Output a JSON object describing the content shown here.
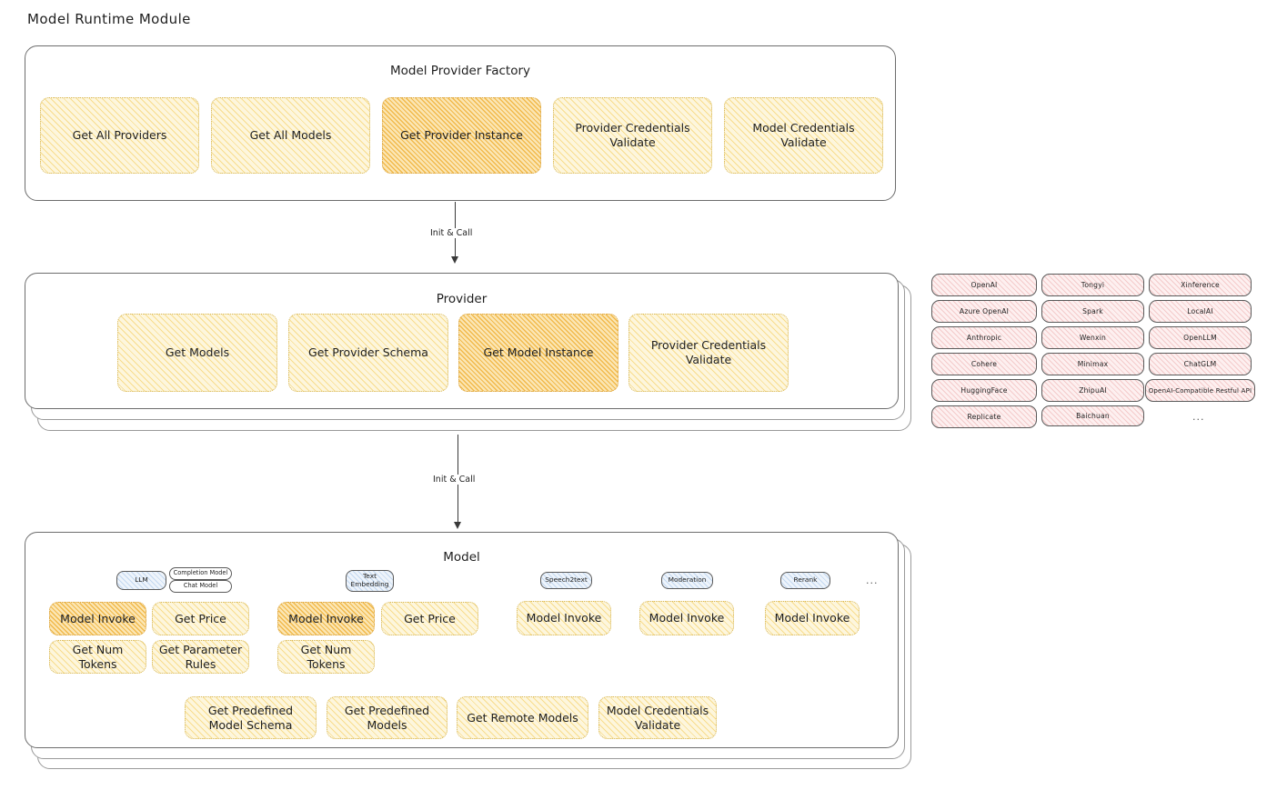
{
  "page": {
    "title": "Model Runtime Module"
  },
  "factory": {
    "title": "Model Provider Factory",
    "nodes": [
      {
        "label": "Get All Providers",
        "highlight": false
      },
      {
        "label": "Get All Models",
        "highlight": false
      },
      {
        "label": "Get Provider Instance",
        "highlight": true
      },
      {
        "label": "Provider Credentials Validate",
        "highlight": false
      },
      {
        "label": "Model Credentials Validate",
        "highlight": false
      }
    ]
  },
  "arrow_factory_provider": {
    "label": "Init & Call"
  },
  "provider": {
    "title": "Provider",
    "nodes": [
      {
        "label": "Get Models",
        "highlight": false
      },
      {
        "label": "Get Provider Schema",
        "highlight": false
      },
      {
        "label": "Get Model Instance",
        "highlight": true
      },
      {
        "label": "Provider Credentials Validate",
        "highlight": false
      }
    ]
  },
  "arrow_provider_model": {
    "label": "Init & Call"
  },
  "provider_list": {
    "columns": [
      {
        "items": [
          "OpenAI",
          "Azure OpenAI",
          "Anthropic",
          "Cohere",
          "HuggingFace",
          "Replicate"
        ]
      },
      {
        "items": [
          "Tongyi",
          "Spark",
          "Wenxin",
          "Minimax",
          "ZhipuAI",
          "Baichuan"
        ]
      },
      {
        "items": [
          "Xinference",
          "LocalAI",
          "OpenLLM",
          "ChatGLM",
          "OpenAI-Compatible Restful API"
        ]
      }
    ],
    "more": "..."
  },
  "model": {
    "title": "Model",
    "more": "...",
    "groups": [
      {
        "tag": "LLM",
        "subtags": [
          "Completion Model",
          "Chat Model"
        ],
        "nodes": [
          {
            "label": "Model Invoke",
            "highlight": true
          },
          {
            "label": "Get Price",
            "highlight": false
          },
          {
            "label": "Get Num Tokens",
            "highlight": false
          },
          {
            "label": "Get Parameter Rules",
            "highlight": false
          }
        ]
      },
      {
        "tag": "Text\nEmbedding",
        "subtags": [],
        "nodes": [
          {
            "label": "Model Invoke",
            "highlight": true
          },
          {
            "label": "Get Price",
            "highlight": false
          },
          {
            "label": "Get Num Tokens",
            "highlight": false
          }
        ]
      },
      {
        "tag": "Speech2text",
        "subtags": [],
        "nodes": [
          {
            "label": "Model Invoke",
            "highlight": false
          }
        ]
      },
      {
        "tag": "Moderation",
        "subtags": [],
        "nodes": [
          {
            "label": "Model Invoke",
            "highlight": false
          }
        ]
      },
      {
        "tag": "Rerank",
        "subtags": [],
        "nodes": [
          {
            "label": "Model Invoke",
            "highlight": false
          }
        ]
      }
    ],
    "common_nodes": [
      {
        "label": "Get Predefined Model Schema"
      },
      {
        "label": "Get Predefined Models"
      },
      {
        "label": "Get Remote Models"
      },
      {
        "label": "Model Credentials Validate"
      }
    ]
  },
  "colors": {
    "node_fill": "#fdf6dd",
    "node_stroke": "#d6b656",
    "node_highlight_fill": "#fbe6b4",
    "pill_fill": "#fdf0f0",
    "tag_fill": "#eef4fb",
    "card_stroke": "#6d6d6d",
    "text": "#1e1e1e"
  }
}
